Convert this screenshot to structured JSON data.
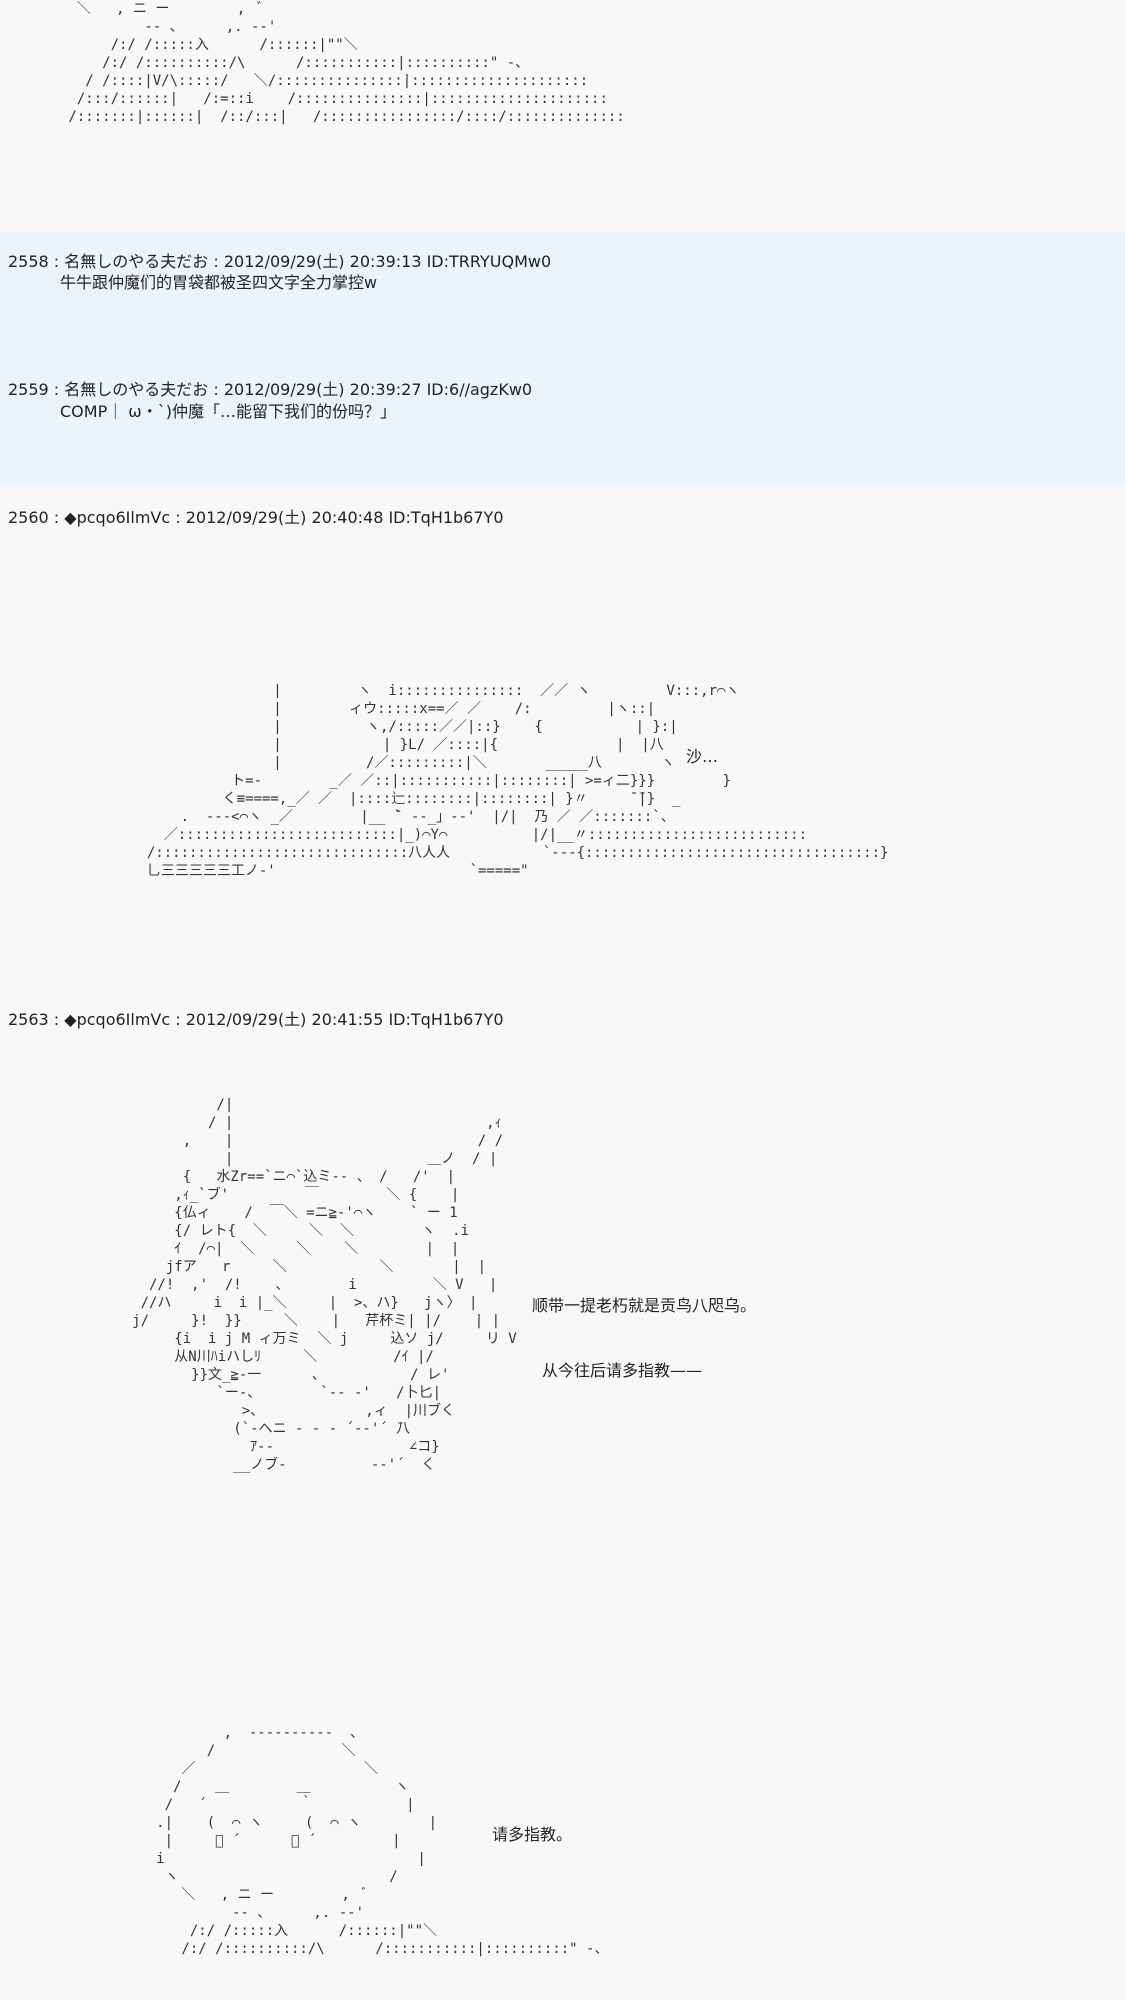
{
  "posts": [
    {
      "header": "2558 : 名無しのやる夫だお : 2012/09/29(土) 20:39:13 ID:TRRYUQMw0",
      "body": "牛牛跟仲魔们的胃袋都被圣四文字全力掌控w"
    },
    {
      "header": "2559 : 名無しのやる夫だお : 2012/09/29(土) 20:39:27 ID:6//agzKw0",
      "body": "COMP｜ ω・`)仲魔「…能留下我们的份吗？」"
    },
    {
      "header": "2560 : ◆pcqo6IlmVc : 2012/09/29(土) 20:40:48 ID:TqH1b67Y0",
      "side_text": "沙…"
    },
    {
      "header": "2563 : ◆pcqo6IlmVc : 2012/09/29(土) 20:41:55 ID:TqH1b67Y0",
      "side_text_1": "顺带一提老朽就是贡鸟八咫乌。",
      "side_text_2": "从今往后请多指教——",
      "side_text_3": "请多指教。"
    }
  ],
  "ascii_art": {
    "top_fragment": "  ＼   , ニ ー        ,  ﾞ\n          -- 、     ,. -‐'\n      /:/ /:::::入      /::::::|\"\"＼\n     /:/ /::::::::::/\\      /:::::::::::|::::::::::\" ‐、\n   / /::::|V/\\:::::/   ＼/:::::::::::::::|:::::::::::::::::::::\n  /:::/::::::|   /:=::i    /:::::::::::::::|:::::::::::::::::::::\n /:::::::|::::::|  /::/:::|   /::::::::::::::::/::::/::::::::::::::",
    "scene_2560": "                 |         ヽ  i:::::::::::::::  ／／ ヽ         V:::,r⌒ヽ\n                 |        ィウ:::::x==／ ／    /:         |ヽ::|\n                 |          ヽ,/:::::／／|::}    {           | }:|\n                 |            | }L/ ／::::|{              |  |八\n                 |          /／:::::::::|＼       _____八       ヽ\n            ト=-        _／ ／::|:::::::::::|::::::::| >=ィ二}}}        }\n           く≡====,_／ ／  |::::辷::::::::|::::::::| }〃     ̄ ̄|}  _\n      .  ---<⌒ヽ _／        |__ ̄` ‐-_」--'  |/|  乃 ／ ／:::::::`、\n    ／::::::::::::::::::::::::::|_)⌒Y⌒          |/|__〃::::::::::::::::::::::::::\n  /::::::::::::::::::::::::::::::八人人           `‐-‐{:::::::::::::::::::::::::::::::::::}\n  乚三三三三三工ノ-'                       `=====\"",
    "crow_2563": "               /|\n              / |                              ,ｨ\n           ,    |                             / /\n                |                       ＿ノ  / |\n           {   水Zr==`ニ⌒`込ミ-‐ 、 /   /'  |\n          ,ｨ_`ブ'         ￣        ＼ {    |\n          {仏ィ    /  ￣＼ =ニ≧‐'⌒ヽ    ` ー 1\n          {/ レト{  ＼     ＼  ＼        ヽ  .i\n          ｲ  /⌒|  ＼     ＼    ＼        |  |\n         jfア   r     ＼           ＼       |  |\n       //!  ,'  /!    、       i         ＼ V   |\n      //ハ     i  i |_＼     |  >、ハ}   jヽ〉 |\n     j/     }!  }}     ＼    |   芹杯ミ| |/    | |\n          {i  i j M ィ万ミ  ＼ j     込ソ j/     リ V\n          从N川ﾊiハしﾘ     ＼         /ｲ |/\n            }}文_≧-一      、          / レ'\n               `ー‐、       `‐‐ ‐'   /卜匕|\n                  >、            ,ィ  |川ブく\n                 (`‐へニ ‐ ‐ ‐ ´‐‐'´ ̄八\n                   ｱ-‐                ∠コ}\n                 __ノブ‐          ‐‐'´  く",
    "face_bottom": "                    ,  ----------  、\n                  /               ＼\n               ／                    ＼\n              /    ＿        ＿          ヽ\n             /   ´           ｀           |\n            .|    (  ⌒ ヽ     (  ⌒ ヽ        |\n             |     ﾞ ´      ﾞ ´         |\n            i                              |\n             ヽ                         /\n               ＼   , ニ ー        ,  ﾞ\n                     -- 、     ,. -‐'\n                /:/ /:::::入      /::::::|\"\"＼\n               /:/ /::::::::::/\\      /:::::::::::|::::::::::\" ‐、"
  }
}
